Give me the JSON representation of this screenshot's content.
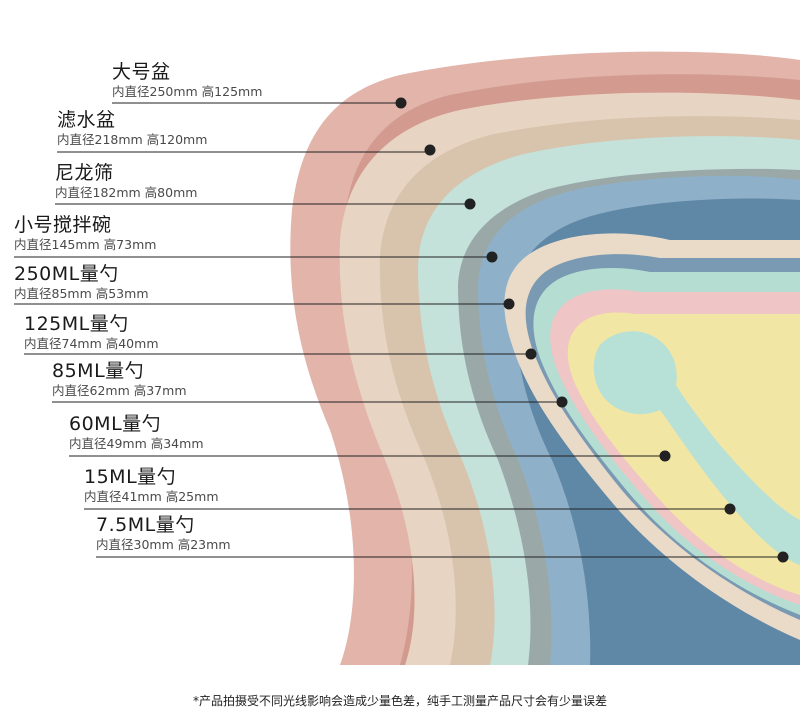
{
  "items": [
    {
      "name": "大号盆",
      "dims": "内直径250mm  高125mm"
    },
    {
      "name": "滤水盆",
      "dims": "内直径218mm  高120mm"
    },
    {
      "name": "尼龙筛",
      "dims": "内直径182mm  高80mm"
    },
    {
      "name": "小号搅拌碗",
      "dims": "内直径145mm  高73mm"
    },
    {
      "name": "250ML量勺",
      "dims": "内直径85mm  高53mm"
    },
    {
      "name": "125ML量勺",
      "dims": "内直径74mm  高40mm"
    },
    {
      "name": "85ML量勺",
      "dims": "内直径62mm  高37mm"
    },
    {
      "name": "60ML量勺",
      "dims": "内直径49mm  高34mm"
    },
    {
      "name": "15ML量勺",
      "dims": "内直径41mm  高25mm"
    },
    {
      "name": "7.5ML量勺",
      "dims": "内直径30mm  高23mm"
    }
  ],
  "footnote": "*产品拍摄受不同光线影响会造成少量色差，纯手工测量产品尺寸会有少量误差",
  "colors": {
    "pink_bowl": "#e2b4aa",
    "wheat_bowl": "#e8d4c2",
    "mint_sieve": "#c4e2da",
    "blue_bowl": "#8fb0c9",
    "wheat_cup": "#eadbc8",
    "mint_cup": "#b5ddd2",
    "pink_cup": "#f0c5c5",
    "yellow_cup": "#f1e6a3",
    "mint_spoon": "#b7e1d7",
    "line": "#222222"
  }
}
